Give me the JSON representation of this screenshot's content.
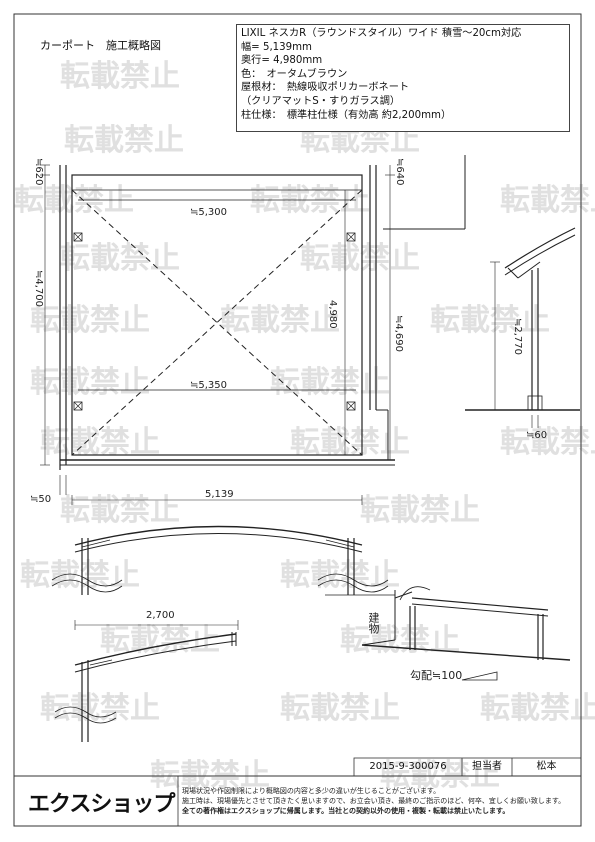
{
  "header": {
    "title": "カーポート　施工概略図"
  },
  "spec": {
    "line1": "LIXIL ネスカR（ラウンドスタイル）ワイド 積雪～20cm対応",
    "line2": "幅= 5,139mm",
    "line3": "奥行= 4,980mm",
    "line4": "色：　オータムブラウン",
    "line5": "屋根材：　熱線吸収ポリカーボネート",
    "line6": "（クリアマットS・すりガラス調）",
    "line7": "柱仕様：　標準柱仕様（有効高 約2,200mm）"
  },
  "plan_dims": {
    "d620": "≒620",
    "d640": "≒640",
    "d5300": "≒5,300",
    "d4700": "≒4,700",
    "d4980": "4,980",
    "d4690": "≒4,690",
    "d5350": "≒5,350",
    "d50": "≒50",
    "d5139": "5,139"
  },
  "side_dims": {
    "d2770": "≒2,770",
    "d60": "≒60"
  },
  "front": {
    "d2700": "2,700"
  },
  "slope": {
    "building_label": "建物",
    "slope_label": "勾配≒100"
  },
  "footer": {
    "doc_no": "2015-9-300076",
    "staff_label": "担当者",
    "staff_name": "松本",
    "logo": "エクスショップ",
    "notice1": "現場状況や作図制限により概略図の内容と多少の違いが生じることがございます。",
    "notice2": "施工時は、現場優先とさせて頂きたく思いますので、お立会い頂き、最終のご指示のほど、何卒、宜しくお願い致します。",
    "notice3": "全ての著作権はエクスショップに帰属します。当社との契約以外の使用・複製・転載は禁止いたします。"
  },
  "watermark": {
    "text": "転載禁止"
  }
}
